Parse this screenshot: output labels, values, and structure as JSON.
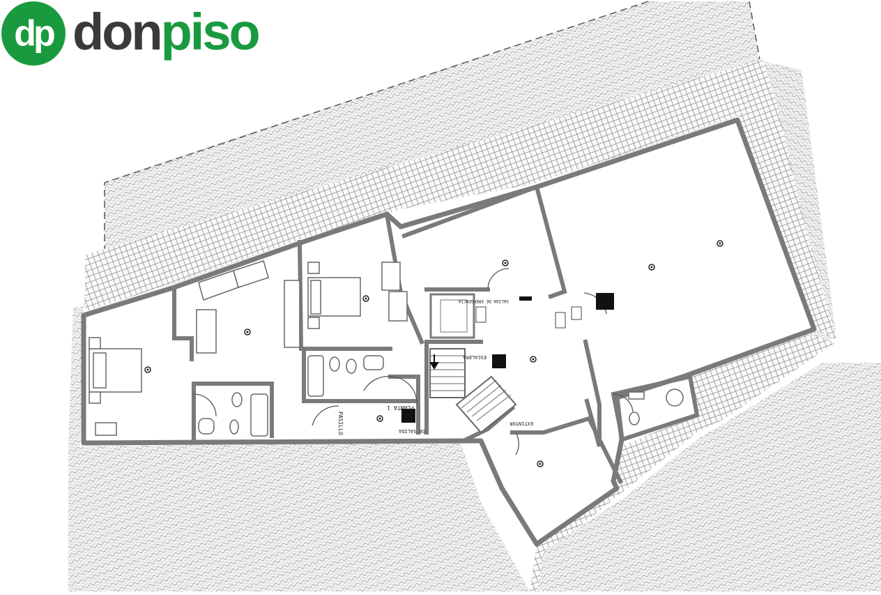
{
  "logo": {
    "monogram": "dp",
    "word_part1": "don",
    "word_part2": "piso",
    "brand_green": "#1a9a3f",
    "dark_gray": "#3a3a3a"
  },
  "plan": {
    "wall_color": "#7a7a7a",
    "roof_color": "#d9d9d9",
    "labels": {
      "corridor": "PASILLO",
      "landing": "PLANTA 1",
      "exit_a": "DE SALIDA",
      "stair_label": "ESCALERA",
      "fire": "EXTINTOR",
      "top_sign": "SALIDA DE EMERGENCIA"
    }
  }
}
